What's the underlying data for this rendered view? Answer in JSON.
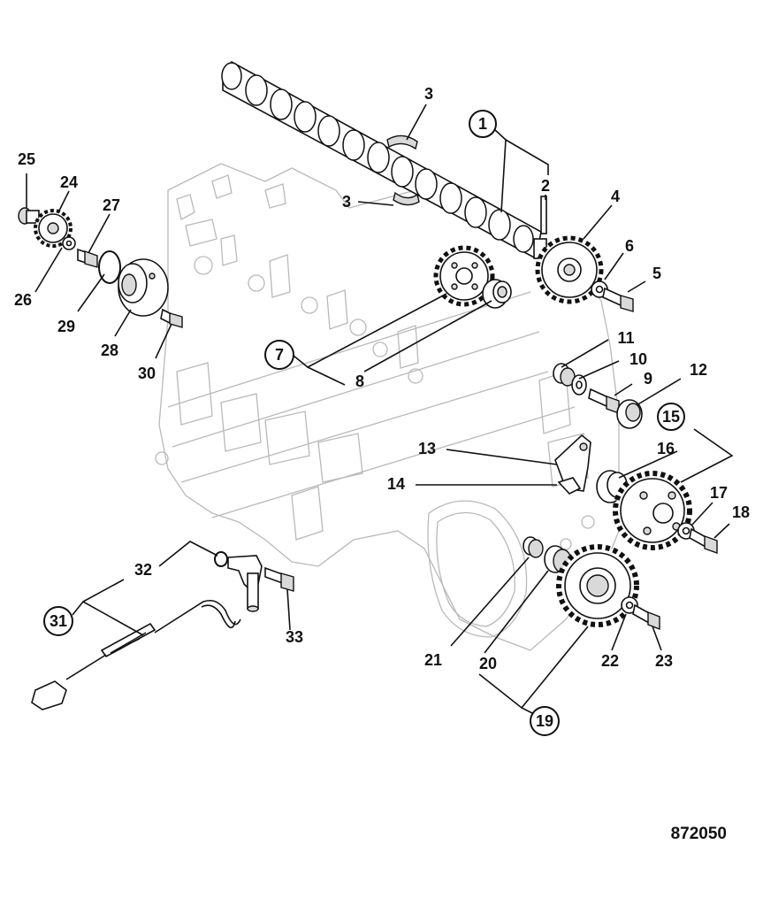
{
  "diagram": {
    "reference_number": "872050",
    "callouts": [
      {
        "id": "1",
        "label": "1",
        "circled": true
      },
      {
        "id": "2",
        "label": "2",
        "circled": false
      },
      {
        "id": "3a",
        "label": "3",
        "circled": false
      },
      {
        "id": "3b",
        "label": "3",
        "circled": false
      },
      {
        "id": "4",
        "label": "4",
        "circled": false
      },
      {
        "id": "5",
        "label": "5",
        "circled": false
      },
      {
        "id": "6",
        "label": "6",
        "circled": false
      },
      {
        "id": "7",
        "label": "7",
        "circled": true
      },
      {
        "id": "8",
        "label": "8",
        "circled": false
      },
      {
        "id": "9",
        "label": "9",
        "circled": false
      },
      {
        "id": "10",
        "label": "10",
        "circled": false
      },
      {
        "id": "11",
        "label": "11",
        "circled": false
      },
      {
        "id": "12",
        "label": "12",
        "circled": false
      },
      {
        "id": "13",
        "label": "13",
        "circled": false
      },
      {
        "id": "14",
        "label": "14",
        "circled": false
      },
      {
        "id": "15",
        "label": "15",
        "circled": true
      },
      {
        "id": "16",
        "label": "16",
        "circled": false
      },
      {
        "id": "17",
        "label": "17",
        "circled": false
      },
      {
        "id": "18",
        "label": "18",
        "circled": false
      },
      {
        "id": "19",
        "label": "19",
        "circled": true
      },
      {
        "id": "20",
        "label": "20",
        "circled": false
      },
      {
        "id": "21",
        "label": "21",
        "circled": false
      },
      {
        "id": "22",
        "label": "22",
        "circled": false
      },
      {
        "id": "23",
        "label": "23",
        "circled": false
      },
      {
        "id": "24",
        "label": "24",
        "circled": false
      },
      {
        "id": "25",
        "label": "25",
        "circled": false
      },
      {
        "id": "26",
        "label": "26",
        "circled": false
      },
      {
        "id": "27",
        "label": "27",
        "circled": false
      },
      {
        "id": "28",
        "label": "28",
        "circled": false
      },
      {
        "id": "29",
        "label": "29",
        "circled": false
      },
      {
        "id": "30",
        "label": "30",
        "circled": false
      },
      {
        "id": "31",
        "label": "31",
        "circled": true
      },
      {
        "id": "32",
        "label": "32",
        "circled": false
      },
      {
        "id": "33",
        "label": "33",
        "circled": false
      }
    ]
  }
}
